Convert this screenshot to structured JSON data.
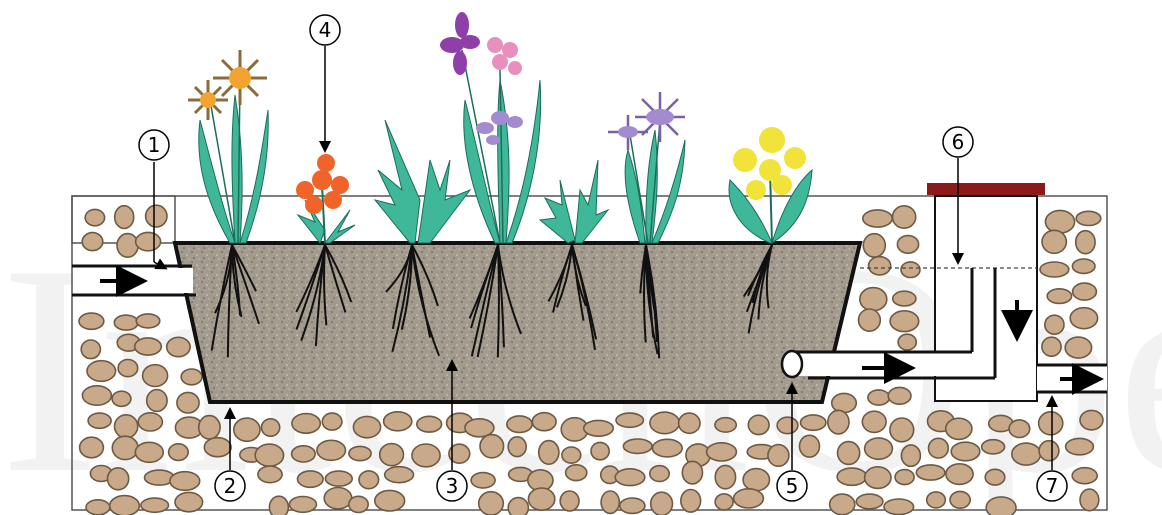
{
  "diagram": {
    "watermark_text": "IntechOpen",
    "callouts": [
      {
        "id": "1",
        "label": "1"
      },
      {
        "id": "2",
        "label": "2"
      },
      {
        "id": "3",
        "label": "3"
      },
      {
        "id": "4",
        "label": "4"
      },
      {
        "id": "5",
        "label": "5"
      },
      {
        "id": "6",
        "label": "6"
      },
      {
        "id": "7",
        "label": "7"
      }
    ]
  },
  "colors": {
    "soil": "#a39a8e",
    "gravel_fill": "#c8a98a",
    "gravel_stroke": "#6e5a44",
    "leaf_green": "#3fb89a",
    "lid": "#8b1a1a"
  }
}
